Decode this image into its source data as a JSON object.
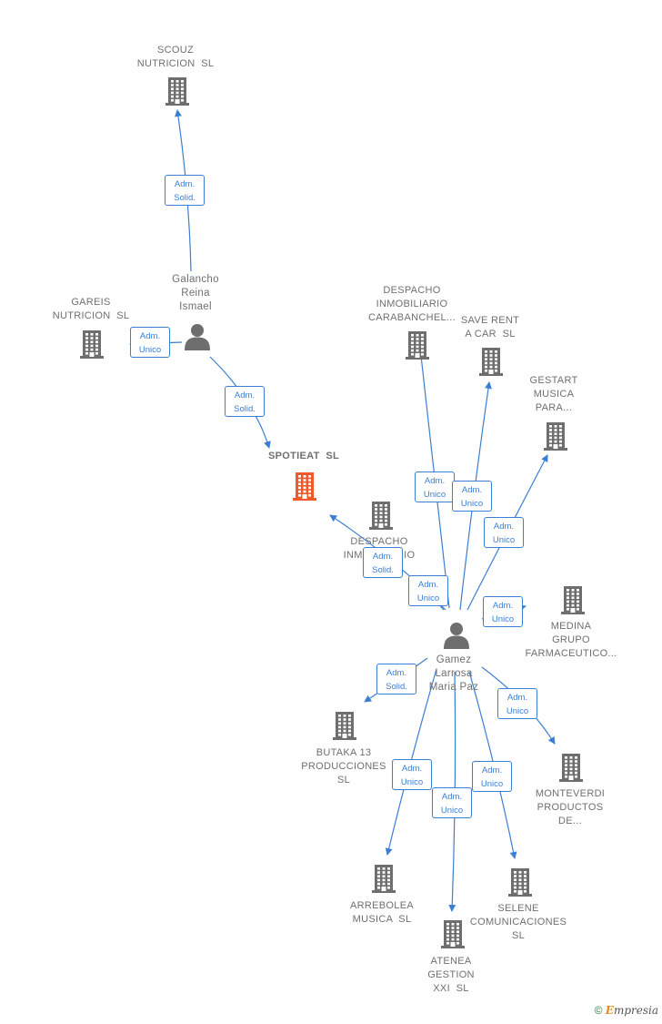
{
  "nodes": [
    {
      "id": "scouz",
      "type": "company",
      "label": "SCOUZ\nNUTRICION  SL",
      "color": "#6e6e6e"
    },
    {
      "id": "gareis",
      "type": "company",
      "label": "GAREIS\nNUTRICION  SL",
      "color": "#6e6e6e"
    },
    {
      "id": "galancho",
      "type": "person",
      "label": "Galancho\nReina\nIsmael",
      "color": "#6e6e6e"
    },
    {
      "id": "spotieat",
      "type": "company",
      "label": "SPOTIEAT  SL",
      "color": "#f0592a",
      "focus": true
    },
    {
      "id": "despacho_carab",
      "type": "company",
      "label": "DESPACHO\nINMOBILIARIO\nCARABANCHEL...",
      "color": "#6e6e6e"
    },
    {
      "id": "save_rent",
      "type": "company",
      "label": "SAVE RENT\nA CAR  SL",
      "color": "#6e6e6e"
    },
    {
      "id": "gestart",
      "type": "company",
      "label": "GESTART\nMUSICA\nPARA...",
      "color": "#6e6e6e"
    },
    {
      "id": "despacho_us",
      "type": "company",
      "label": "DESPACHO\nINMOBILIARIO\nUS...",
      "color": "#6e6e6e"
    },
    {
      "id": "gamez",
      "type": "person",
      "label": "Gamez\nLarrosa\nMaria Paz",
      "color": "#6e6e6e"
    },
    {
      "id": "medina",
      "type": "company",
      "label": "MEDINA\nGRUPO\nFARMACEUTICO...",
      "color": "#6e6e6e"
    },
    {
      "id": "butaka",
      "type": "company",
      "label": "BUTAKA 13\nPRODUCCIONES\nSL",
      "color": "#6e6e6e"
    },
    {
      "id": "monteverdi",
      "type": "company",
      "label": "MONTEVERDI\nPRODUCTOS\nDE...",
      "color": "#6e6e6e"
    },
    {
      "id": "arrebolea",
      "type": "company",
      "label": "ARREBOLEA\nMUSICA  SL",
      "color": "#6e6e6e"
    },
    {
      "id": "selene",
      "type": "company",
      "label": "SELENE\nCOMUNICACIONES\nSL",
      "color": "#6e6e6e"
    },
    {
      "id": "atenea",
      "type": "company",
      "label": "ATENEA\nGESTION\nXXI  SL",
      "color": "#6e6e6e"
    }
  ],
  "edges": [
    {
      "from": "galancho",
      "to": "scouz",
      "label": "Adm.\nSolid."
    },
    {
      "from": "galancho",
      "to": "gareis",
      "label": "Adm.\nUnico"
    },
    {
      "from": "galancho",
      "to": "spotieat",
      "label": "Adm.\nSolid."
    },
    {
      "from": "gamez",
      "to": "spotieat",
      "label": "Adm.\nSolid."
    },
    {
      "from": "gamez",
      "to": "despacho_carab",
      "label": "Adm.\nUnico"
    },
    {
      "from": "gamez",
      "to": "save_rent",
      "label": "Adm.\nUnico"
    },
    {
      "from": "gamez",
      "to": "gestart",
      "label": "Adm.\nUnico"
    },
    {
      "from": "gamez",
      "to": "despacho_us",
      "label": "Adm.\nUnico"
    },
    {
      "from": "gamez",
      "to": "medina",
      "label": "Adm.\nUnico"
    },
    {
      "from": "gamez",
      "to": "butaka",
      "label": "Adm.\nSolid."
    },
    {
      "from": "gamez",
      "to": "monteverdi",
      "label": "Adm.\nUnico"
    },
    {
      "from": "gamez",
      "to": "arrebolea",
      "label": "Adm.\nUnico"
    },
    {
      "from": "gamez",
      "to": "atenea",
      "label": "Adm.\nUnico"
    },
    {
      "from": "gamez",
      "to": "selene",
      "label": "Adm.\nUnico"
    }
  ],
  "footer": {
    "copyright": "©",
    "brand_e": "E",
    "brand_rest": "mpresia"
  }
}
